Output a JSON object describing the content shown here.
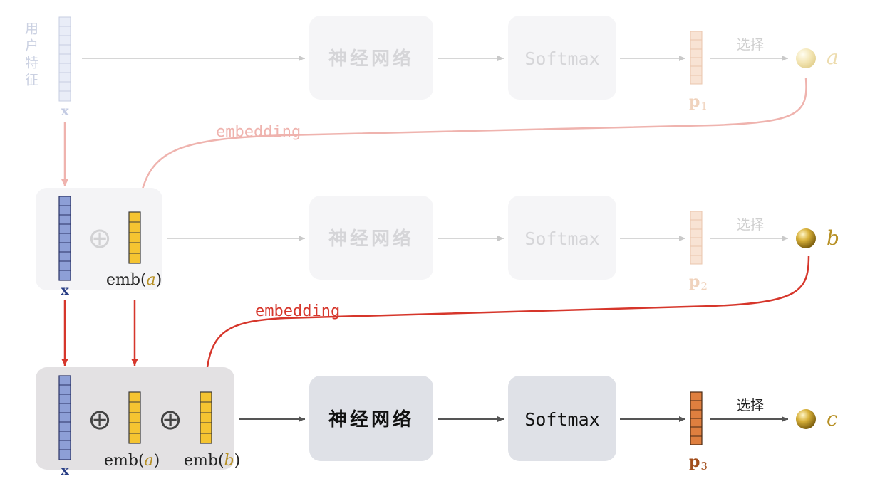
{
  "user_features_label": "用户特征",
  "x_label": "x",
  "nn_label": "神经网络",
  "softmax_label": "Softmax",
  "select_label": "选择",
  "embedding_label": "embedding",
  "emb_prefix": "emb(",
  "emb_suffix": ")",
  "plus_symbol": "⊕",
  "p_bold": "p",
  "rows": [
    {
      "p_sub": "1",
      "item": "a",
      "state": "faded"
    },
    {
      "p_sub": "2",
      "item": "b",
      "state": "faded"
    },
    {
      "p_sub": "3",
      "item": "c",
      "state": "active"
    }
  ],
  "emb_items": [
    "a",
    "a",
    "b"
  ],
  "colors": {
    "blue_cell": "#8d9fd6",
    "yellow_cell": "#f5c431",
    "orange_cell": "#df7f3f",
    "red_arrow": "#d6362b",
    "gold": "#b79024",
    "box": "#dfe1e7"
  }
}
